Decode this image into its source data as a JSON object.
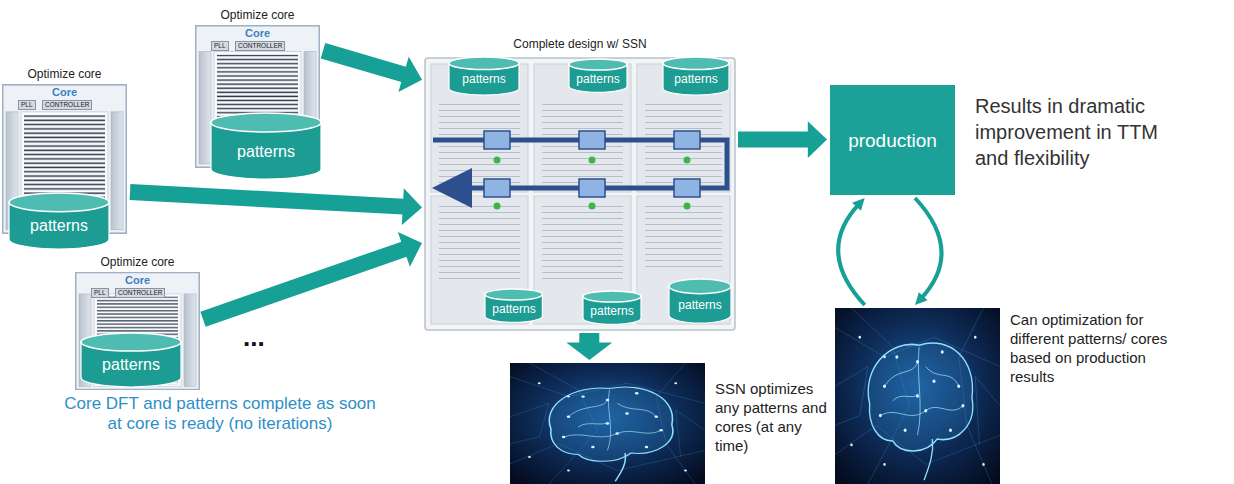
{
  "diagram": {
    "nodes": [
      {
        "text": [
          "Optimize core",
          "Core"
        ]
      },
      {
        "text": [
          "patterns"
        ],
        "in": 0
      },
      {
        "text": [
          "Optimize core",
          "Core"
        ]
      },
      {
        "text": [
          "patterns"
        ],
        "in": 2
      },
      {
        "text": [
          "Optimize core",
          "Core"
        ]
      },
      {
        "text": [
          "patterns"
        ],
        "in": 4
      },
      {
        "text": [
          "Complete design w/ SSN"
        ]
      },
      {
        "text": [
          "patterns"
        ],
        "in": 6
      },
      {
        "text": [
          "patterns"
        ],
        "in": 6
      },
      {
        "text": [
          "patterns"
        ],
        "in": 6
      },
      {
        "text": [
          "patterns"
        ],
        "in": 6
      },
      {
        "text": [
          "patterns"
        ],
        "in": 6
      },
      {
        "text": [
          "patterns"
        ],
        "in": 6
      },
      {
        "text": [
          "production"
        ]
      },
      {
        "text": [
          "SSN optimizes any patterns and cores (at any time)"
        ]
      },
      {
        "text": [
          "Can optimization for different patterns/ cores based on production results"
        ]
      }
    ],
    "edges": [
      {
        "from": 0,
        "to": 6,
        "arrow": "to"
      },
      {
        "from": 2,
        "to": 6,
        "arrow": "to"
      },
      {
        "from": 4,
        "to": 6,
        "arrow": "to"
      },
      {
        "from": 6,
        "to": 13,
        "arrow": "to"
      },
      {
        "from": 6,
        "to": 14,
        "arrow": "to"
      },
      {
        "from": 13,
        "to": 15,
        "arrow": "to"
      },
      {
        "from": 15,
        "to": 13,
        "arrow": "to"
      }
    ],
    "labels": [
      "PLL",
      "CONTROLLER",
      "PLL",
      "CONTROLLER",
      "PLL",
      "CONTROLLER",
      "...",
      "Core DFT and patterns complete as soon at core is ready (no iterations)",
      "Results in dramatic improvement in TTM and flexibility"
    ]
  }
}
